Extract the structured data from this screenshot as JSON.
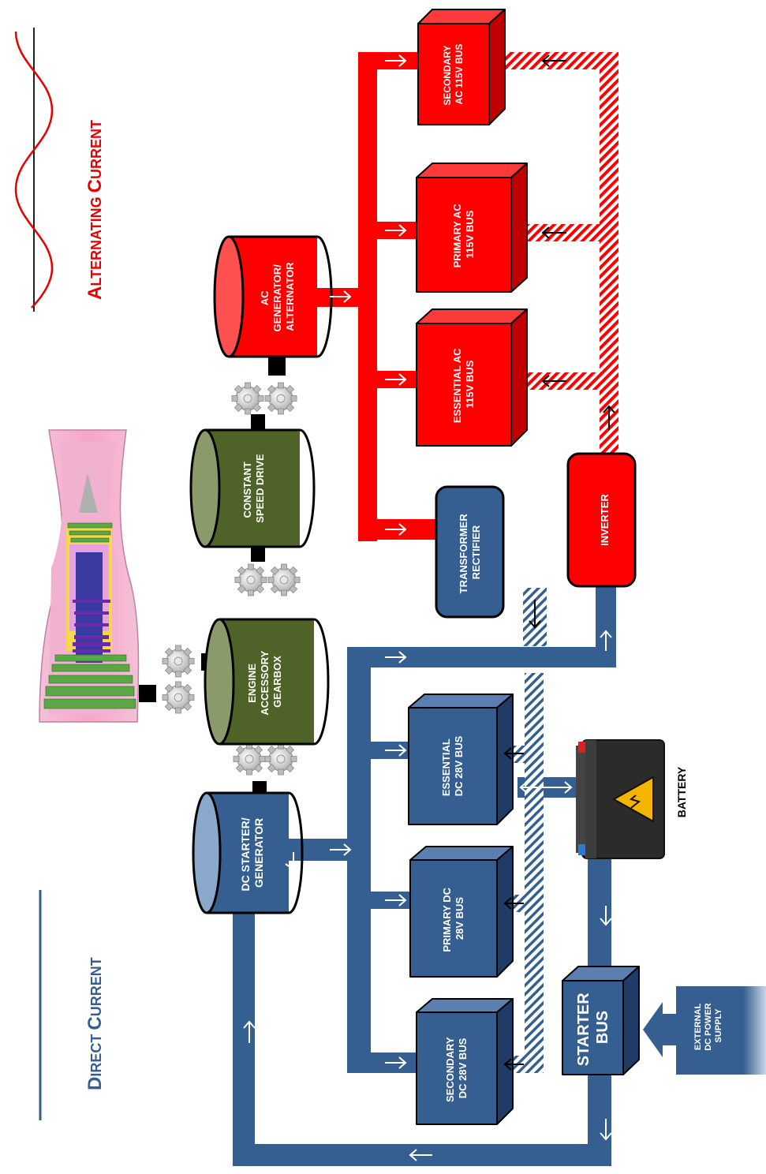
{
  "legend": {
    "ac": {
      "big1": "A",
      "small1": "LTERNATING ",
      "big2": "C",
      "small2": "URRENT"
    },
    "dc": {
      "big1": "D",
      "small1": "IRECT ",
      "big2": "C",
      "small2": "URRENT"
    }
  },
  "colors": {
    "ac_red": "#ff0000",
    "ac_dark": "#b00000",
    "dc_blue": "#365f91",
    "dc_dark": "#1f3c66",
    "dc_box_light": "#8aa8cc",
    "drive_green": "#4f6228",
    "drive_light": "#8a9a6a"
  },
  "components": {
    "gearbox": [
      "ENGINE",
      "ACCESSORY",
      "GEARBOX"
    ],
    "csd": [
      "CONSTANT",
      "SPEED DRIVE"
    ],
    "ac_gen": [
      "AC",
      "GENERATOR/",
      "ALTERNATOR"
    ],
    "dc_gen": [
      "DC STARTER/",
      "GENERATOR"
    ],
    "tr": [
      "TRANSFORMER",
      "RECTIFIER"
    ],
    "inverter": [
      "INVERTER"
    ],
    "ess_ac": [
      "ESSENTIAL AC",
      "115V BUS"
    ],
    "pri_ac": [
      "PRIMARY AC",
      "115V BUS"
    ],
    "sec_ac": [
      "SECONDARY",
      "AC 115V BUS"
    ],
    "ess_dc": [
      "ESSENTIAL",
      "DC 28V BUS"
    ],
    "pri_dc": [
      "PRIMARY DC",
      "28V BUS"
    ],
    "sec_dc": [
      "SECONDARY",
      "DC 28V BUS"
    ],
    "starter": [
      "STARTER",
      "BUS"
    ],
    "battery": [
      "BATTERY"
    ],
    "ext": [
      "EXTERNAL",
      "DC POWER",
      "SUPPLY"
    ]
  }
}
